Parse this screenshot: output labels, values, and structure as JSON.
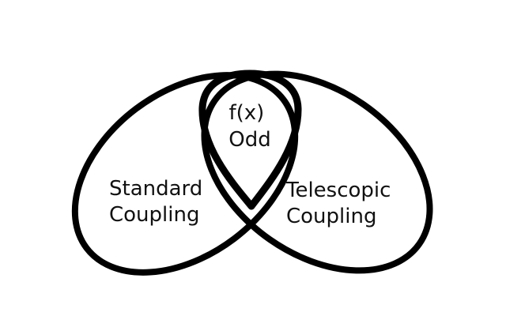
{
  "regions": {
    "left": {
      "line1": "Standard",
      "line2": "Coupling"
    },
    "right": {
      "line1": "Telescopic",
      "line2": "Coupling"
    },
    "top": {
      "line1": "f(x)",
      "line2": "Odd"
    }
  },
  "colors": {
    "background": "#ffffff",
    "stroke": "#000000",
    "text": "#111111"
  }
}
